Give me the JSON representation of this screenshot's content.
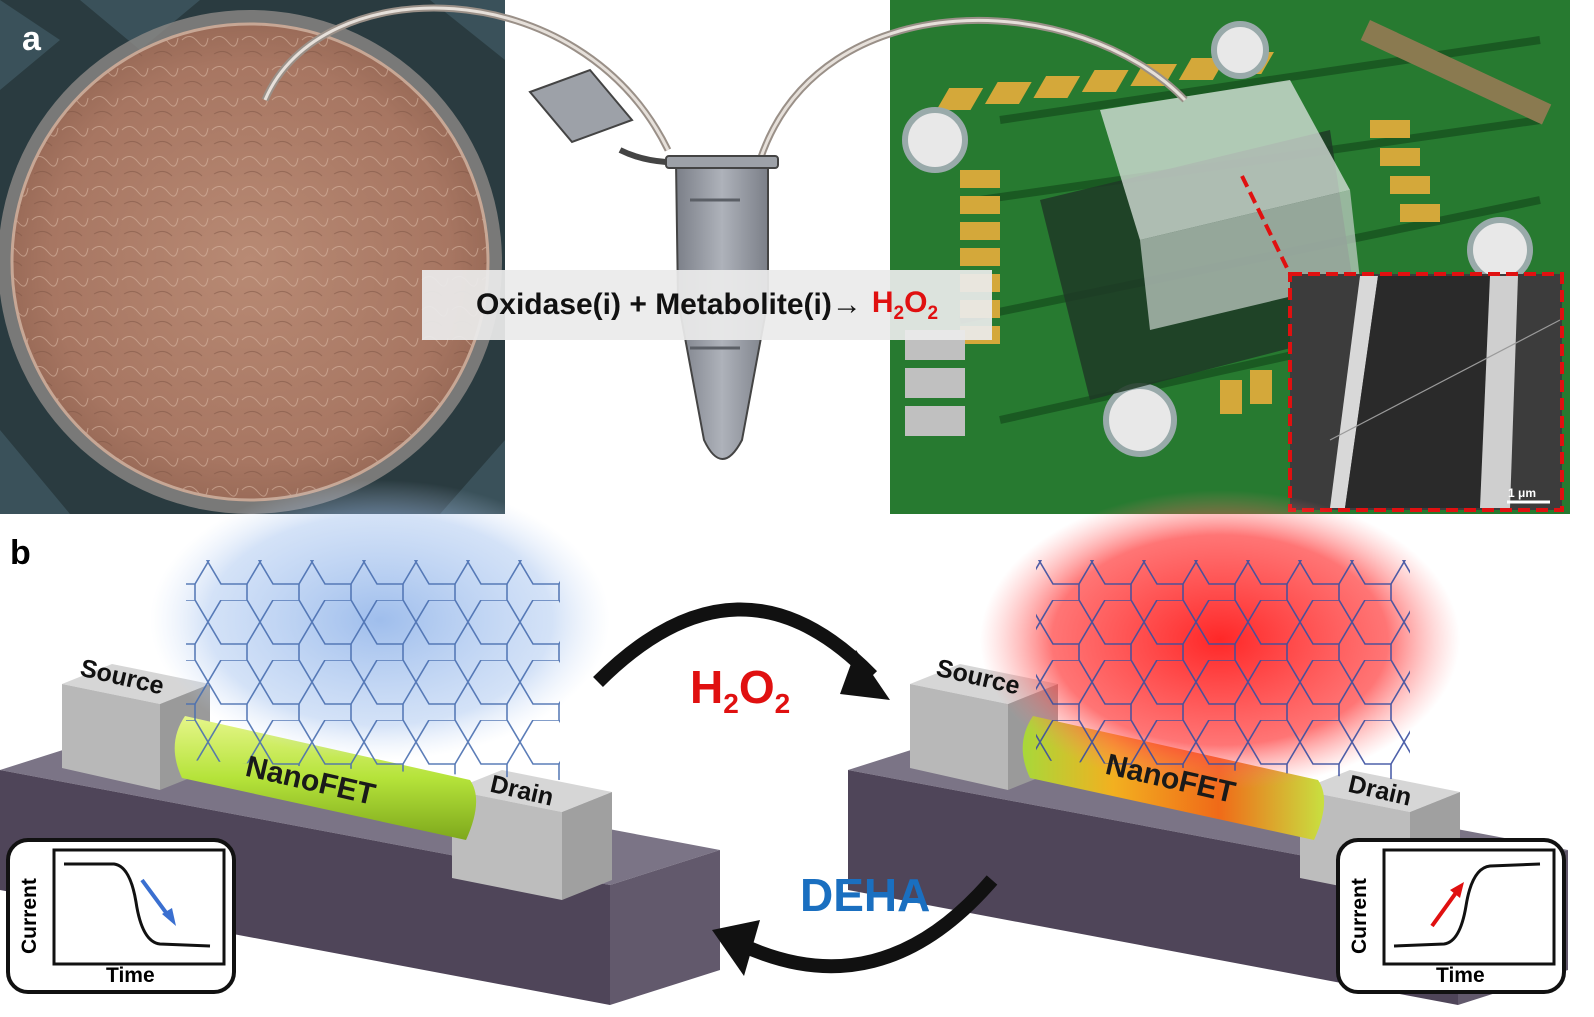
{
  "panels": {
    "a_label": "a",
    "b_label": "b"
  },
  "reaction": {
    "left": "Oxidase(i) + Metabolite(i) ",
    "arrow": "→",
    "product_main": "H",
    "product_sub1": "2",
    "product_mid": "O",
    "product_sub2": "2"
  },
  "sem_scale": "1 μm",
  "cycle": {
    "forward_h": "H",
    "forward_sub1": "2",
    "forward_o": "O",
    "forward_sub2": "2",
    "reverse": "DEHA"
  },
  "device_left": {
    "source": "Source",
    "drain": "Drain",
    "channel": "NanoFET"
  },
  "device_right": {
    "source": "Source",
    "drain": "Drain",
    "channel": "NanoFET"
  },
  "inset_left": {
    "y_label": "Current",
    "x_label": "Time",
    "trend": "decrease"
  },
  "inset_right": {
    "y_label": "Current",
    "x_label": "Time",
    "trend": "increase"
  },
  "colors": {
    "oxidized": "#e01010",
    "reduced_glow": "#6f9fe0",
    "deha": "#1a6fc0",
    "nanowire": "#b5e33a",
    "pcb": "#2e7d32",
    "gold_pad": "#d4a83a"
  }
}
